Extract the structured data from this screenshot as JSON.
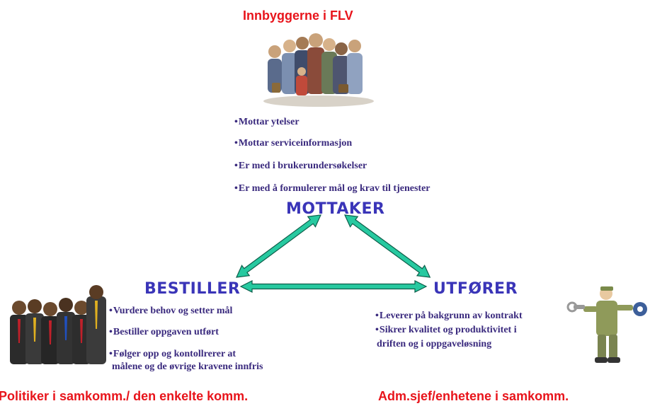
{
  "colors": {
    "red": "#e8141b",
    "node": "#3a35b8",
    "text": "#3a2a7e",
    "arrow": "#27c9a0"
  },
  "top": {
    "title": "Innbyggerne i FLV",
    "illustration_icon": "crowd-of-people-icon",
    "bullets": [
      "Mottar ytelser",
      "Mottar serviceinformasjon",
      "Er med i brukerundersøkelser",
      "Er med å formulerer mål og krav til tjenester"
    ],
    "node_label": "MOTTAKER"
  },
  "left": {
    "node_label": "BESTILLER",
    "illustration_icon": "group-of-politicians-icon",
    "bullets": [
      "Vurdere behov og setter mål",
      "Bestiller oppgaven utført",
      "Følger opp og kontollrerer at"
    ],
    "bullet_continuation": "målene og de øvrige kravene innfris",
    "footer": "Politiker i samkomm./ den enkelte komm."
  },
  "right": {
    "node_label": "UTFØRER",
    "illustration_icon": "worker-with-wrench-icon",
    "bullets": [
      "Leverer på bakgrunn av kontrakt",
      "Sikrer kvalitet og produktivitet i"
    ],
    "bullet_continuation": "driften og i oppgaveløsning",
    "footer": "Adm.sjef/enhetene i samkomm."
  },
  "bullet_symbol": "•"
}
